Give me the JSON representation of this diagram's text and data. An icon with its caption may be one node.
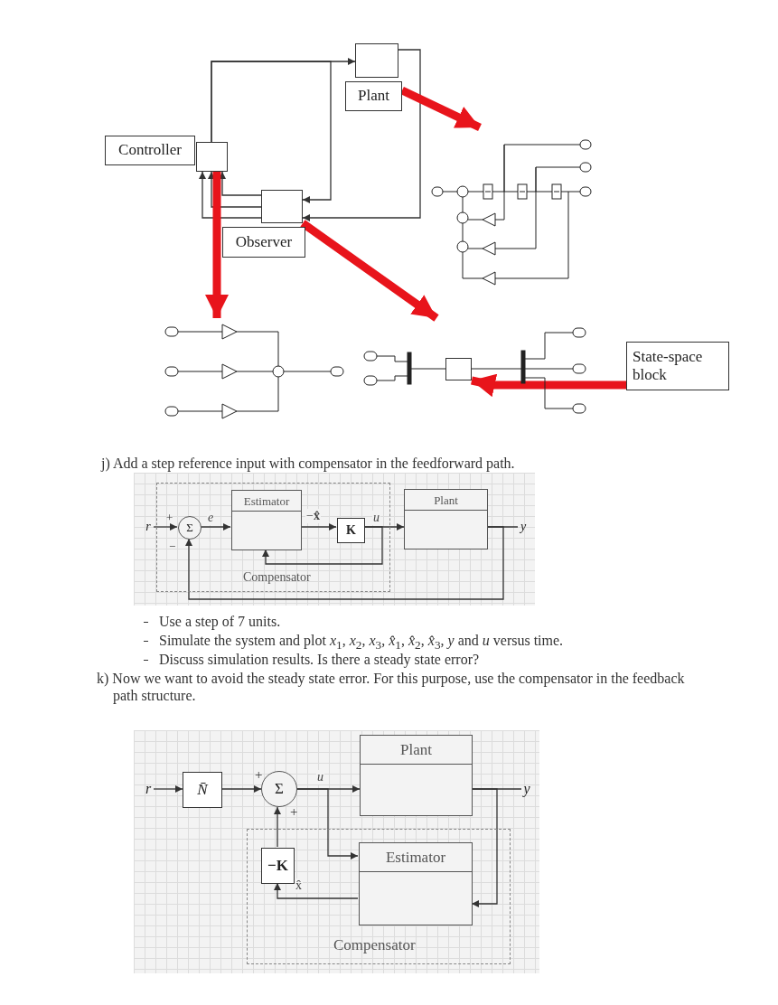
{
  "diagram": {
    "nodes": [
      {
        "text": [
          "Controller"
        ]
      },
      {
        "text": [],
        "shape": "box"
      },
      {
        "text": [
          "Plant"
        ]
      },
      {
        "text": [],
        "shape": "box"
      },
      {
        "text": [
          "Observer"
        ]
      },
      {
        "text": [],
        "shape": "box"
      },
      {
        "text": [
          "State-space block"
        ]
      },
      {
        "text": [],
        "shape": "picture"
      },
      {
        "text": [],
        "shape": "picture"
      },
      {
        "text": [],
        "shape": "picture"
      },
      {
        "text": [],
        "shape": "box",
        "in": 9
      },
      {
        "text": [
          "Compensator"
        ]
      },
      {
        "text": [
          "Σ"
        ],
        "in": 11
      },
      {
        "text": [
          "Estimator"
        ],
        "in": 11
      },
      {
        "text": [
          "K"
        ],
        "in": 11
      },
      {
        "text": [
          "Plant"
        ]
      },
      {
        "text": [
          "r"
        ]
      },
      {
        "text": [
          "y"
        ]
      },
      {
        "text": [
          "r"
        ]
      },
      {
        "text": [
          "N̄"
        ]
      },
      {
        "text": [
          "Σ"
        ]
      },
      {
        "text": [
          "Plant"
        ]
      },
      {
        "text": [
          "y"
        ]
      },
      {
        "text": [
          "Compensator"
        ]
      },
      {
        "text": [
          "−K"
        ],
        "in": 23
      },
      {
        "text": [
          "Estimator"
        ],
        "in": 23
      }
    ],
    "edges": [
      {
        "from": 1,
        "to": 3,
        "arrow": "to"
      },
      {
        "from": 1,
        "to": 5,
        "arrow": "to"
      },
      {
        "from": 3,
        "to": 5,
        "arrow": "to"
      },
      {
        "from": 5,
        "to": 1,
        "arrow": "to"
      },
      {
        "from": 5,
        "to": 1,
        "arrow": "to"
      },
      {
        "from": 5,
        "to": 1,
        "arrow": "to"
      },
      {
        "from": 2,
        "to": 7,
        "arrow": "to",
        "style": "thick",
        "color": "#e8141b"
      },
      {
        "from": 1,
        "to": 8,
        "arrow": "to",
        "style": "thick",
        "color": "#e8141b"
      },
      {
        "from": 5,
        "to": 9,
        "arrow": "to",
        "style": "thick",
        "color": "#e8141b"
      },
      {
        "from": 6,
        "to": 10,
        "arrow": "to",
        "style": "thick",
        "color": "#e8141b"
      },
      {
        "from": 16,
        "to": 12,
        "arrow": "to"
      },
      {
        "from": 12,
        "to": 13,
        "arrow": "to",
        "label": "*e*"
      },
      {
        "from": 13,
        "to": 14,
        "arrow": "to",
        "label": "−**x̂**"
      },
      {
        "from": 14,
        "to": 15,
        "arrow": "to",
        "label": "*u*"
      },
      {
        "from": 14,
        "to": 13,
        "arrow": "to"
      },
      {
        "from": 15,
        "to": 17,
        "arrow": "none"
      },
      {
        "from": 15,
        "to": 12,
        "arrow": "to"
      },
      {
        "from": 18,
        "to": 19,
        "arrow": "to"
      },
      {
        "from": 19,
        "to": 20,
        "arrow": "to"
      },
      {
        "from": 20,
        "to": 21,
        "arrow": "to",
        "label": "*u*"
      },
      {
        "from": 20,
        "to": 25,
        "arrow": "to"
      },
      {
        "from": 21,
        "to": 22,
        "arrow": "none"
      },
      {
        "from": 21,
        "to": 25,
        "arrow": "to"
      },
      {
        "from": 25,
        "to": 24,
        "arrow": "to",
        "label": "x̂"
      },
      {
        "from": 24,
        "to": 20,
        "arrow": "to"
      }
    ],
    "labels": [
      "j) Add a step reference input with compensator in the feedforward path.",
      "+",
      "−",
      "Use a step of 7 units.",
      "Simulate the system and plot *x*$_{1}$, *x*$_{2}$, *x*$_{3}$, *x̂*$_{1}$, *x̂*$_{2}$, *x̂*$_{3}$, *y* and *u* versus time.",
      "Discuss simulation results. Is there a steady state error?",
      "k) Now we want to avoid the steady state error. For this purpose, use the compensator in the feedback path structure.",
      "+",
      "+"
    ]
  }
}
